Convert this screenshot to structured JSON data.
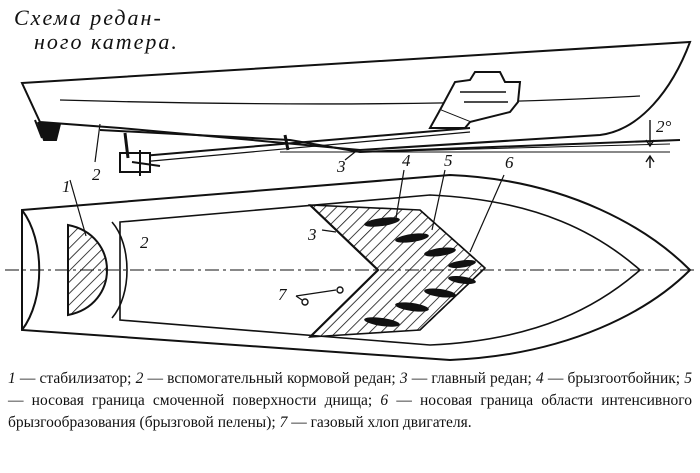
{
  "title": {
    "line1": "Схема редан-",
    "line2": "ного катера."
  },
  "diagram": {
    "angle_label": "2°",
    "labels": {
      "stabilizer": "1",
      "aux_step": "2",
      "main_step": "3",
      "spray_rail": "4",
      "wetted_bow_boundary": "5",
      "spray_zone_boundary": "6",
      "exhaust": "7"
    }
  },
  "legend": [
    {
      "num": "1",
      "text": "стабилизатор;"
    },
    {
      "num": "2",
      "text": "вспомогательный кормовой редан;"
    },
    {
      "num": "3",
      "text": "главный редан;"
    },
    {
      "num": "4",
      "text": "брызгоотбойник;"
    },
    {
      "num": "5",
      "text": "носовая граница смоченной поверхности днища;"
    },
    {
      "num": "6",
      "text": "носовая граница области интенсивного брызгообразования (брызговой пелены);"
    },
    {
      "num": "7",
      "text": "газовый хлоп двигателя."
    }
  ]
}
